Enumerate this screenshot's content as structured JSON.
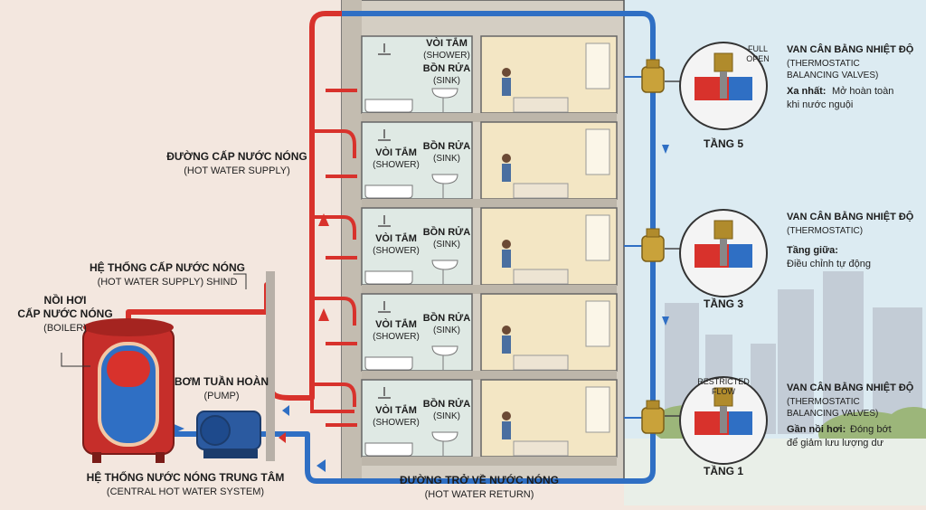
{
  "colors": {
    "hot": "#d8322c",
    "cold": "#2f6fc4",
    "building": "#d9d3c7",
    "room": "#f3e6c4",
    "bath": "#dfe9e4",
    "sky": "#dcebf2",
    "ground": "#eadfd5"
  },
  "labels": {
    "main_system": "HỆ THỐNG NƯỚC NÓNG TRUNG TÂM",
    "main_system_en": "(CENTRAL HOT WATER SYSTEM)",
    "supply_system": "HỆ THỐNG CẤP NƯỚC NÓNG",
    "supply_system_en": "(HOT WATER SUPPLY) SHIND",
    "boiler": "NỒI HƠI",
    "boiler2": "CẤP NƯỚC NÓNG",
    "boiler_en": "(BOILER)",
    "pump": "BƠM TUẦN HOÀN",
    "pump_en": "(PUMP)",
    "hot_supply": "ĐƯỜNG CẤP NƯỚC NÓNG",
    "hot_supply_en": "(HOT WATER SUPPLY)",
    "hot_return": "ĐƯỜNG TRỞ VỀ NƯỚC NÓNG",
    "hot_return_en": "(HOT WATER RETURN)",
    "shower": "VÒI TẮM",
    "shower_en": "(SHOWER)",
    "sink": "BỒN RỬA",
    "sink_en": "(SINK)"
  },
  "valves": [
    {
      "floor": "TẦNG 5",
      "status": "FULL OPEN",
      "status1": "FULL",
      "status2": "OPEN",
      "title": "VAN CÂN BẰNG NHIỆT ĐỘ",
      "sub1": "(THERMOSTATIC",
      "sub2": "BALANCING VALVES)",
      "note_b": "Xa nhất:",
      "note1": " Mở hoàn toàn",
      "note2": "khi nước nguội"
    },
    {
      "floor": "TẦNG 3",
      "title": "VAN CÂN BẰNG NHIỆT ĐỘ",
      "sub1": "(THERMOSTATIC)",
      "note_b": "Tầng giữa:",
      "note2": "Điều chỉnh tự động"
    },
    {
      "floor": "TẦNG 1",
      "status1": "RESTRICTED",
      "status2": "FLOW",
      "title": "VAN CÂN BẰNG NHIỆT ĐỘ",
      "sub1": "(THERMOSTATIC",
      "sub2": "BALANCING VALVES)",
      "note_b": "Gần nồi hơi:",
      "note1": " Đóng bớt",
      "note2": "để giảm lưu lượng dư"
    }
  ]
}
